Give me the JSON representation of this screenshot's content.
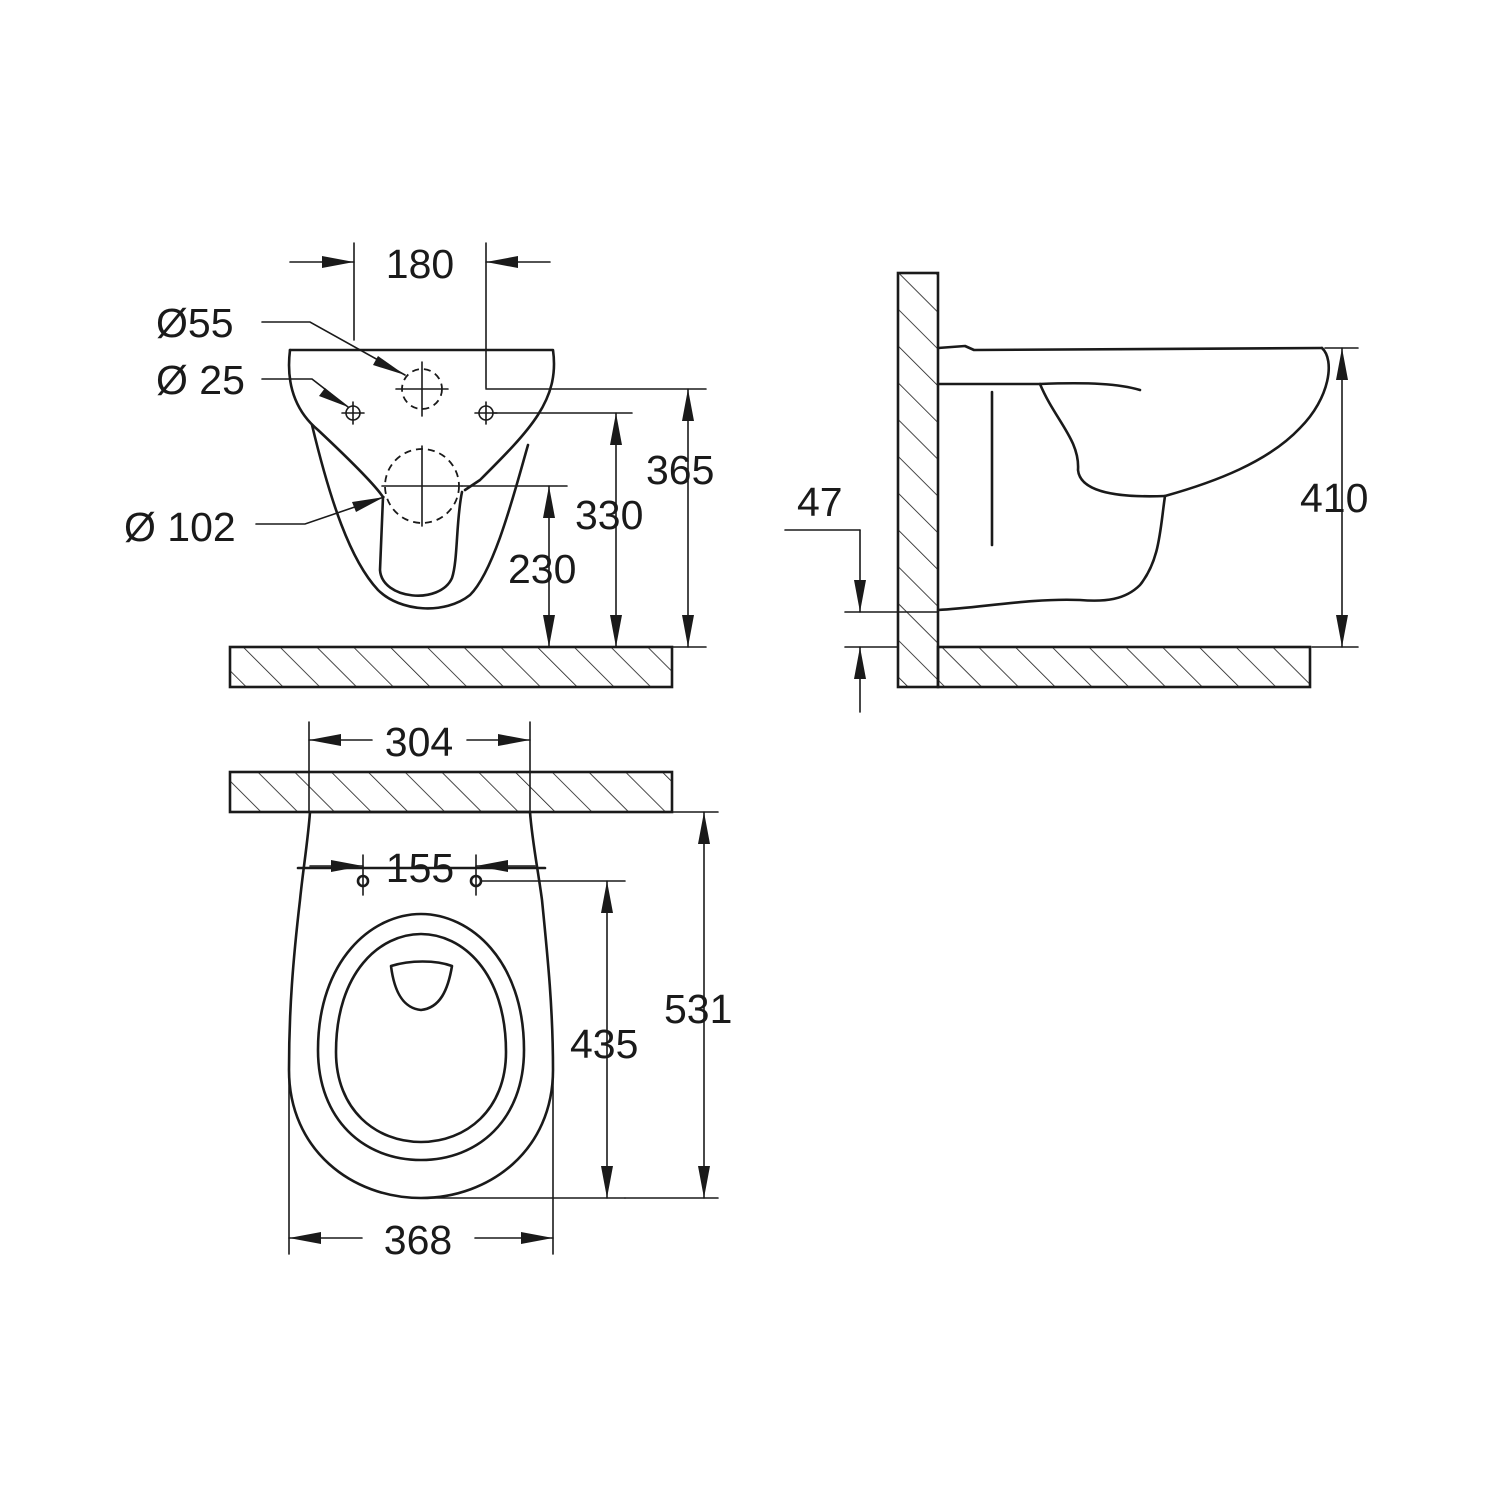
{
  "colors": {
    "line": "#1a1a1a",
    "background": "#ffffff"
  },
  "front_view": {
    "width_between_inlets": "180",
    "dia_55": "Ø55",
    "dia_25": "Ø 25",
    "dia_102": "Ø 102",
    "height_365": "365",
    "height_330": "330",
    "height_230": "230"
  },
  "side_view": {
    "height_410": "410",
    "offset_47": "47"
  },
  "top_view": {
    "width_304": "304",
    "width_155": "155",
    "length_435": "435",
    "length_531": "531",
    "width_368": "368"
  }
}
